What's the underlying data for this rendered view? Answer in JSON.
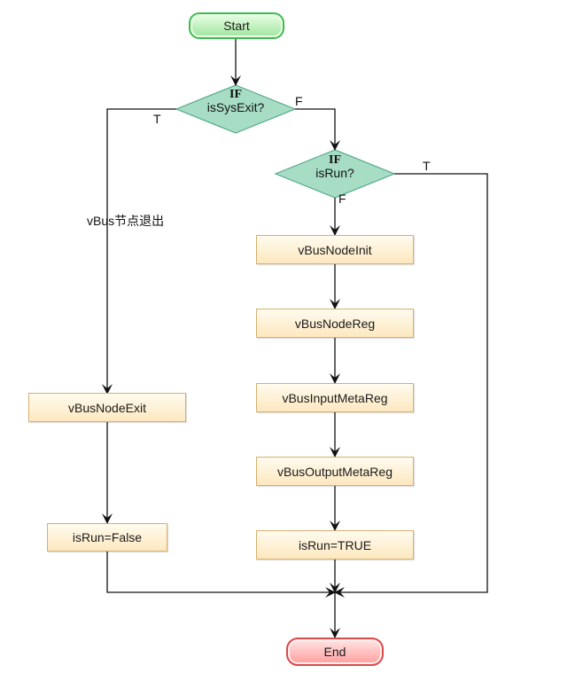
{
  "nodes": {
    "start": "Start",
    "end": "End",
    "decision_sysexit": {
      "keyword": "IF",
      "label": "isSysExit?"
    },
    "decision_isrun": {
      "keyword": "IF",
      "label": "isRun?"
    },
    "node_init": "vBusNodeInit",
    "node_reg": "vBusNodeReg",
    "input_meta_reg": "vBusInputMetaReg",
    "output_meta_reg": "vBusOutputMetaReg",
    "isrun_true": "isRun=TRUE",
    "node_exit": "vBusNodeExit",
    "isrun_false": "isRun=False"
  },
  "edges": {
    "sysexit_true": "T",
    "sysexit_false": "F",
    "isrun_true": "T",
    "isrun_false": "F"
  },
  "annotations": {
    "exit_note": "vBus节点退出"
  },
  "colors": {
    "start_border": "#3fbb4b",
    "end_border": "#d94a4a",
    "decision_fill": "#9fdcc0",
    "process_border": "#d6b06f"
  }
}
